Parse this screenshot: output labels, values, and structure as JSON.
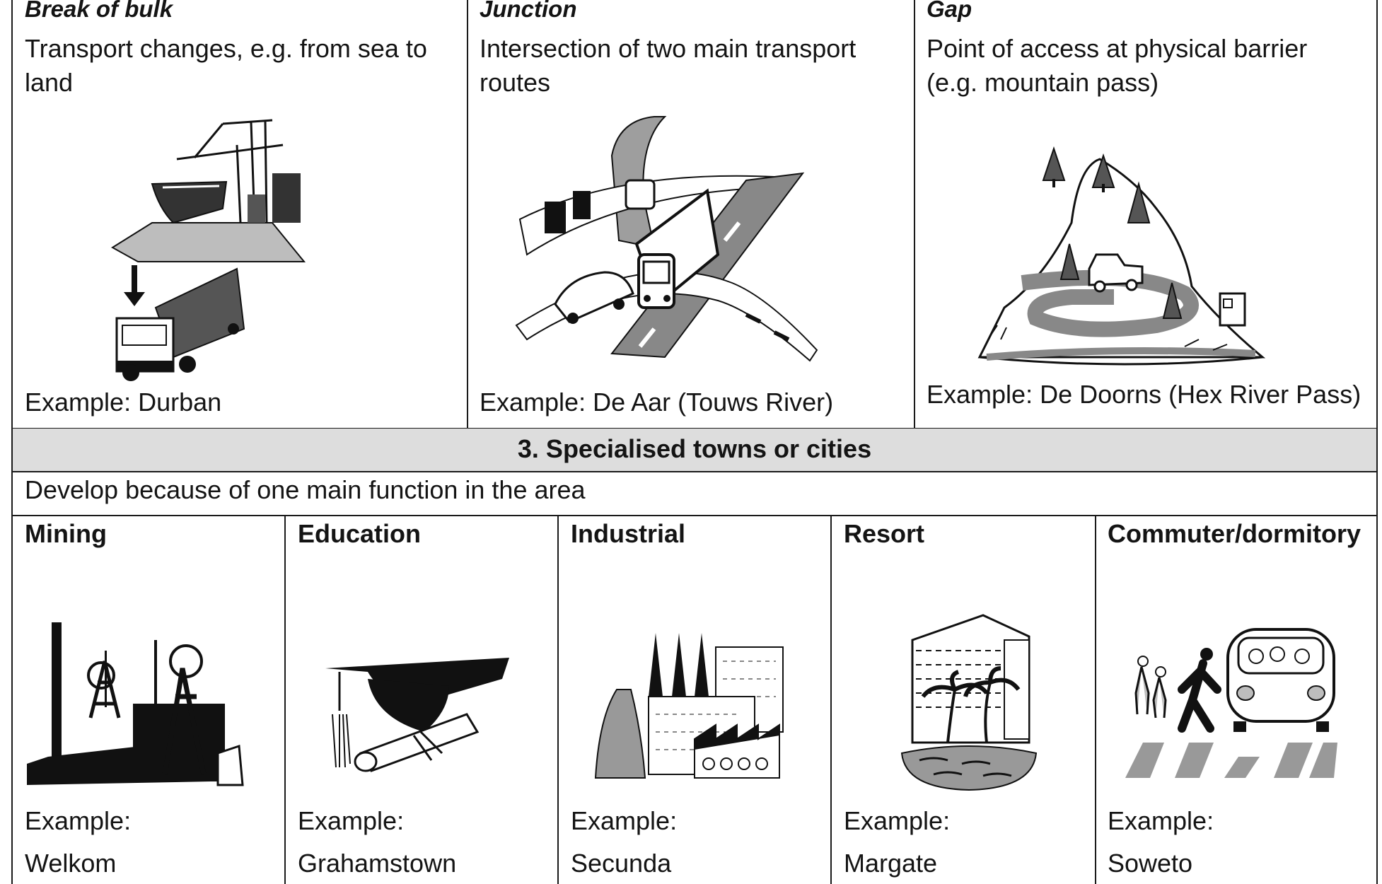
{
  "top_row": [
    {
      "title": "Break of bulk",
      "description": "Transport changes, e.g. from sea to land",
      "example": "Example: Durban",
      "icon": "ship-and-truck-icon"
    },
    {
      "title": "Junction",
      "description": "Intersection of two main transport routes",
      "example": "Example: De Aar (Touws River)",
      "icon": "road-junction-icon"
    },
    {
      "title": "Gap",
      "description": "Point of access at physical barrier (e.g. mountain pass)",
      "example": "Example: De Doorns (Hex River Pass)",
      "icon": "mountain-pass-icon"
    }
  ],
  "section": {
    "heading": "3. Specialised towns or cities",
    "description": "Develop because of one main function in the area",
    "banner_color": "#dddddd"
  },
  "types": [
    {
      "title": "Mining",
      "example_label": "Example:",
      "example_value": "Welkom",
      "icon": "mine-headgear-icon"
    },
    {
      "title": "Education",
      "example_label": "Example:",
      "example_value": "Grahamstown",
      "icon": "graduation-cap-icon"
    },
    {
      "title": "Industrial",
      "example_label": "Example:",
      "example_value": "Secunda",
      "icon": "factory-icon"
    },
    {
      "title": "Resort",
      "example_label": "Example:",
      "example_value": "Margate",
      "icon": "beach-hotel-icon"
    },
    {
      "title": "Commuter/dormitory",
      "example_label": "Example:",
      "example_value": "Soweto",
      "icon": "commuters-bus-icon"
    }
  ]
}
